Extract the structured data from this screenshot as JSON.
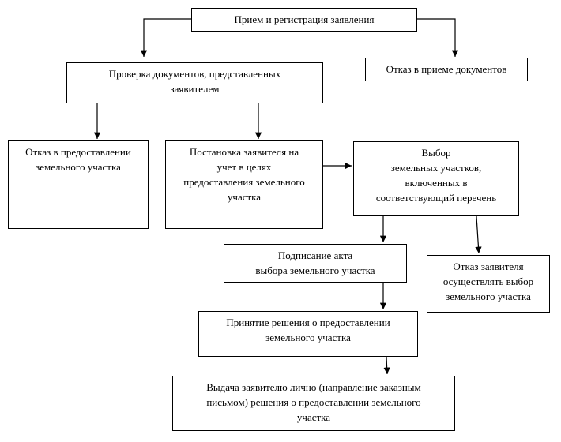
{
  "nodes": {
    "reception": {
      "lines": [
        "Прием и регистрация заявления"
      ]
    },
    "check": {
      "lines": [
        "Проверка документов, представленных",
        "заявителем"
      ]
    },
    "refuse_reception": {
      "lines": [
        "Отказ в приеме документов"
      ]
    },
    "refuse_land": {
      "lines": [
        "Отказ в предоставлении",
        "земельного участка"
      ]
    },
    "registration": {
      "lines": [
        "Постановка заявителя на",
        "учет в целях",
        "предоставления земельного",
        "участка"
      ]
    },
    "selection": {
      "lines": [
        "Выбор",
        "земельных участков,",
        "включенных в",
        "соответствующий перечень"
      ]
    },
    "act": {
      "lines": [
        "Подписание акта",
        "выбора земельного участка"
      ]
    },
    "refuse_selection": {
      "lines": [
        "Отказ заявителя",
        "осуществлять выбор",
        "земельного участка"
      ]
    },
    "decision": {
      "lines": [
        "Принятие решения о предоставлении",
        "земельного участка"
      ]
    },
    "issue": {
      "lines": [
        "Выдача заявителю лично (направление заказным",
        "письмом) решения о предоставлении земельного",
        "участка"
      ]
    }
  }
}
